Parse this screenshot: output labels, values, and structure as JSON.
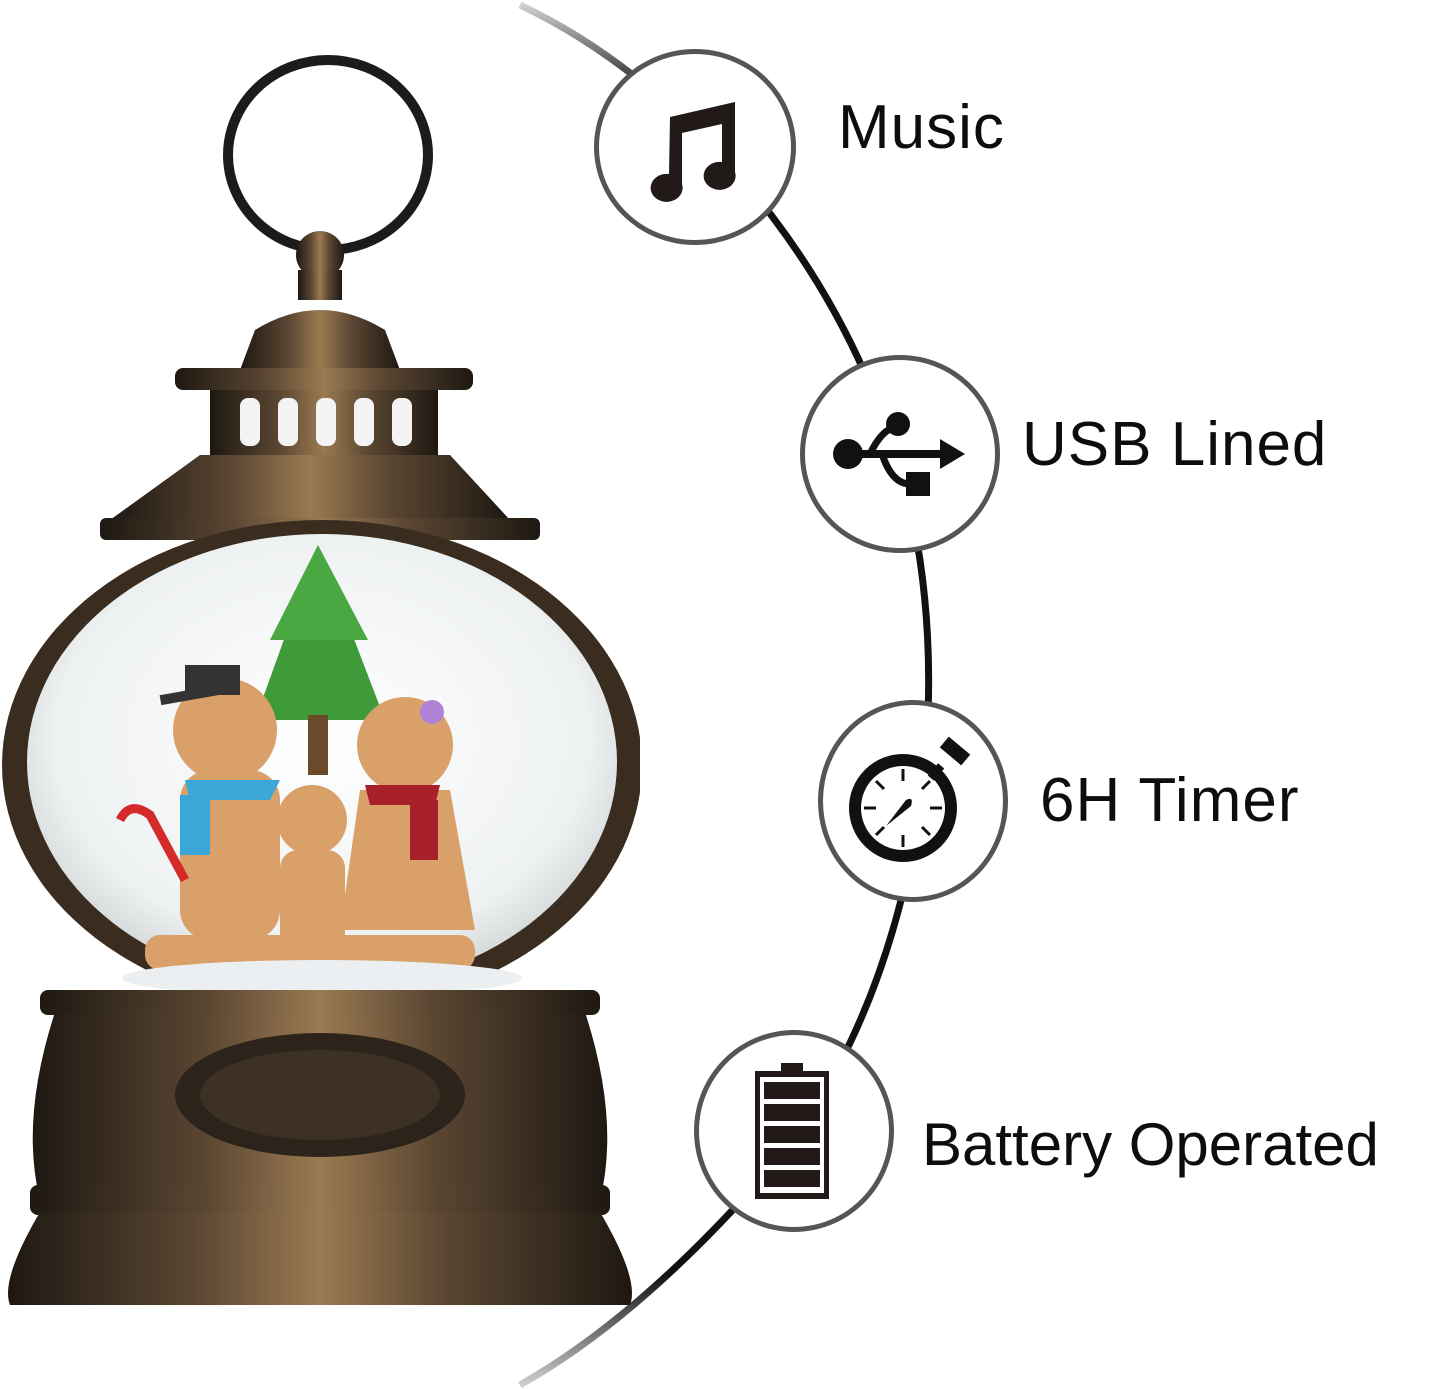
{
  "product": {
    "name": "gingerbread-family-snow-globe-lantern",
    "colors": {
      "bronze_dark": "#2a2118",
      "bronze_mid": "#5a4632",
      "bronze_light": "#a8865c",
      "glass": "#f2f4f5",
      "tree_green": "#3f9a3a",
      "gingerbread": "#d9a06a"
    }
  },
  "features": [
    {
      "label": "Music",
      "icon": "music-note-icon"
    },
    {
      "label": "USB Lined",
      "icon": "usb-icon"
    },
    {
      "label": "6H Timer",
      "icon": "stopwatch-icon"
    },
    {
      "label": "Battery Operated",
      "icon": "battery-icon"
    }
  ],
  "style": {
    "arc_color": "#111111",
    "arc_fade_color": "#bdbdbd",
    "circle_border": "#555555",
    "text_color": "#0d0d0d"
  }
}
